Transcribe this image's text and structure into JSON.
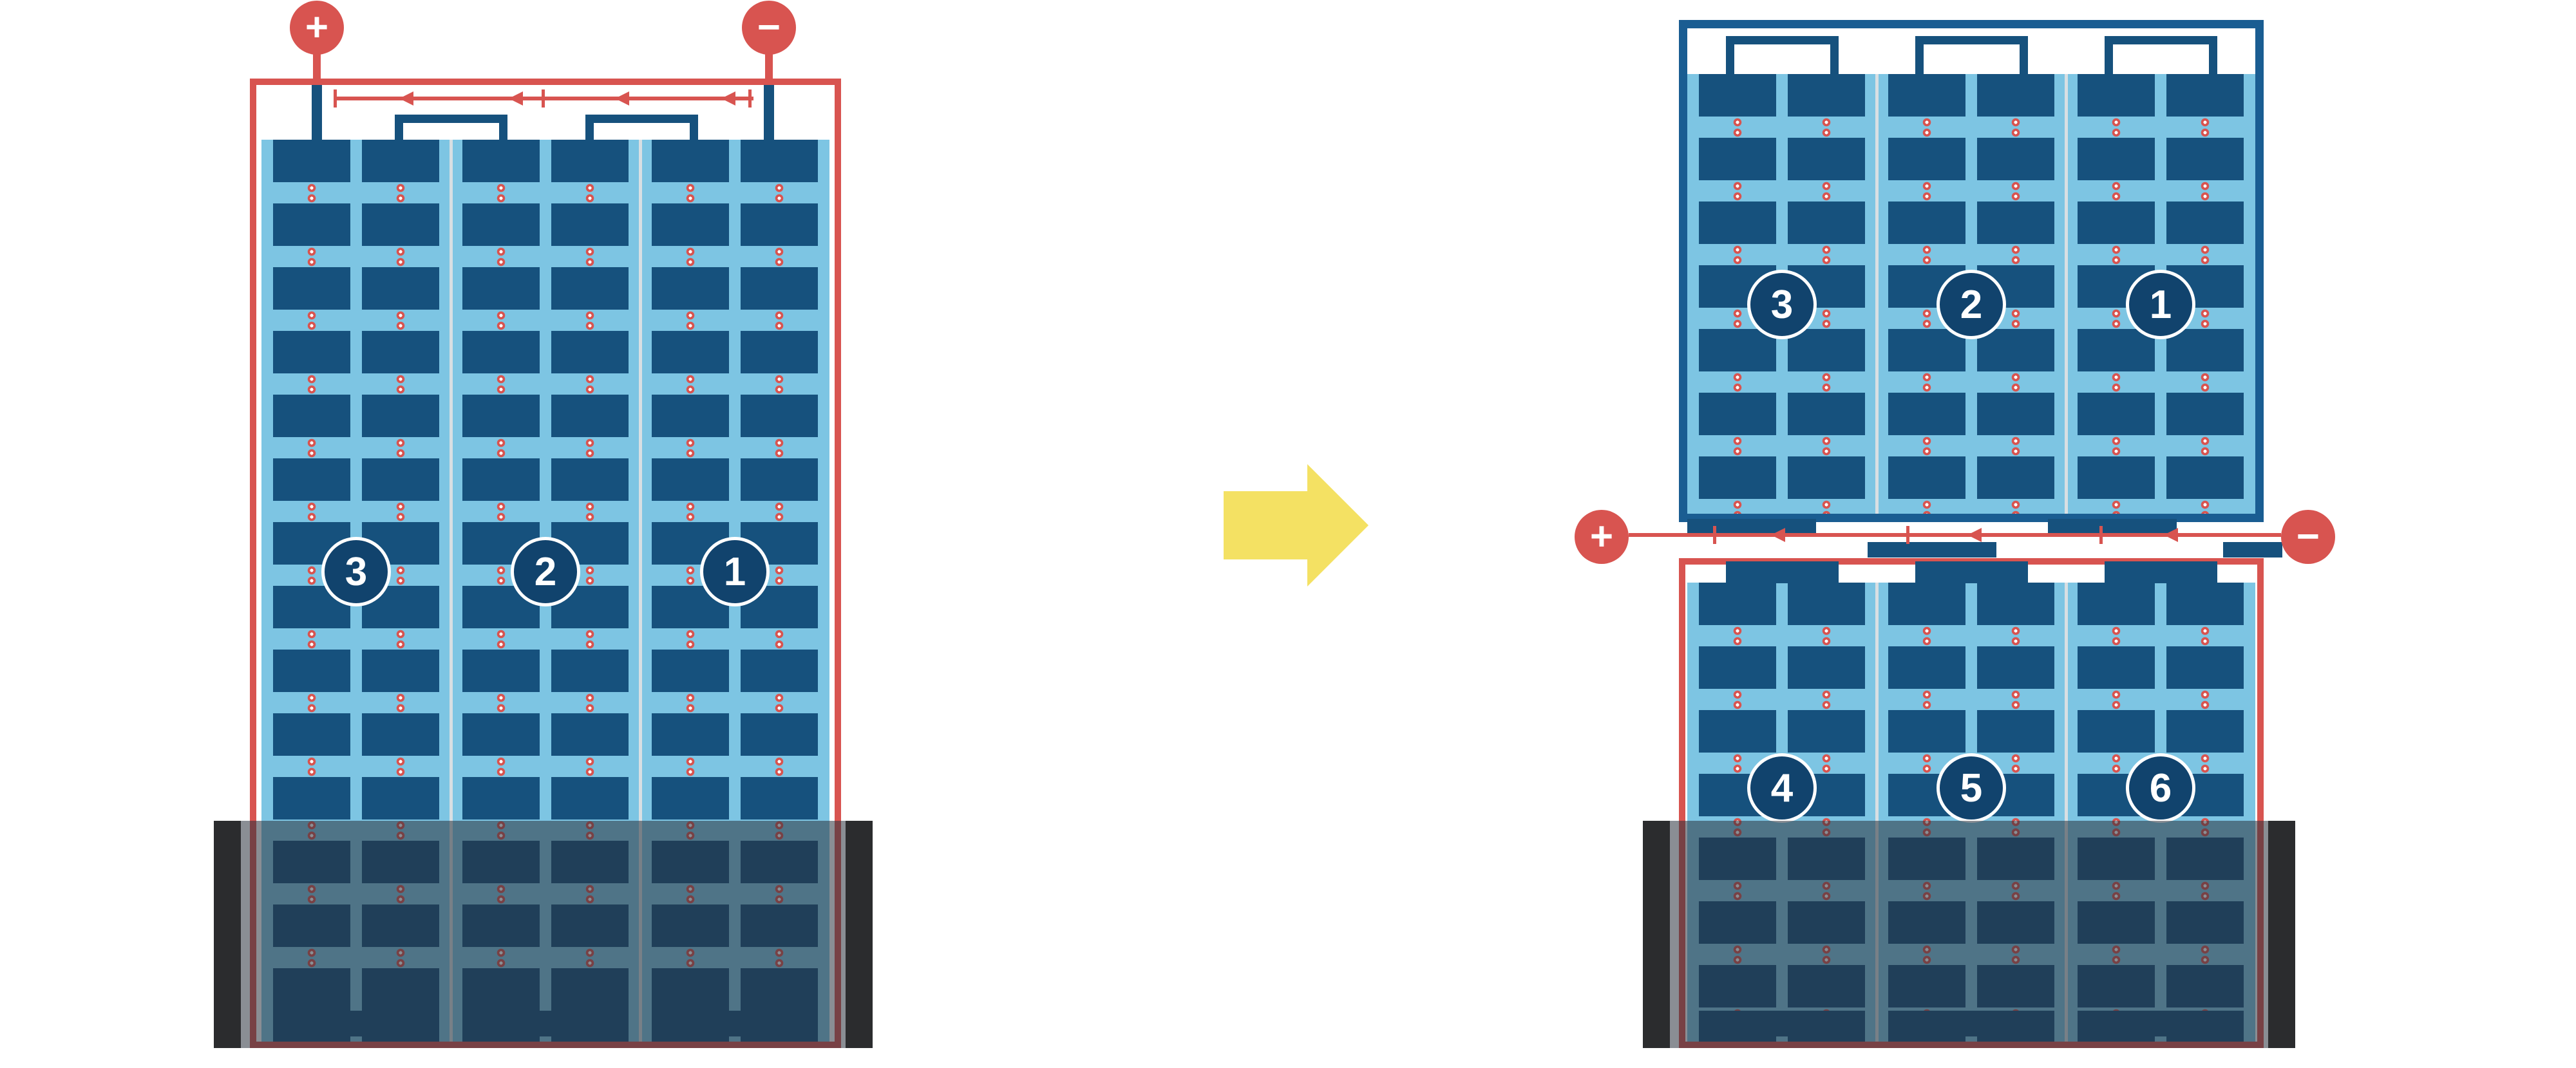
{
  "colors": {
    "background": "#ffffff",
    "red": "#d85450",
    "light_blue": "#7dc5e3",
    "cell_blue": "#16517d",
    "navy": "#11436d",
    "outline_blue": "#1a5d92",
    "separator": "#d8dfe3",
    "dot_core": "#ffffff",
    "dot_ring": "#d85450",
    "shade": "rgba(42,50,60,0.55)",
    "shade_bar": "#2b2c2e",
    "arrow_yellow": "#f4e163"
  },
  "terminals": {
    "plus": "+",
    "minus": "−"
  },
  "left_module": {
    "strings": [
      {
        "label": "3"
      },
      {
        "label": "2"
      },
      {
        "label": "1"
      }
    ]
  },
  "right_top_module": {
    "strings": [
      {
        "label": "3"
      },
      {
        "label": "2"
      },
      {
        "label": "1"
      }
    ]
  },
  "right_bottom_module": {
    "strings": [
      {
        "label": "4"
      },
      {
        "label": "5"
      },
      {
        "label": "6"
      }
    ]
  }
}
